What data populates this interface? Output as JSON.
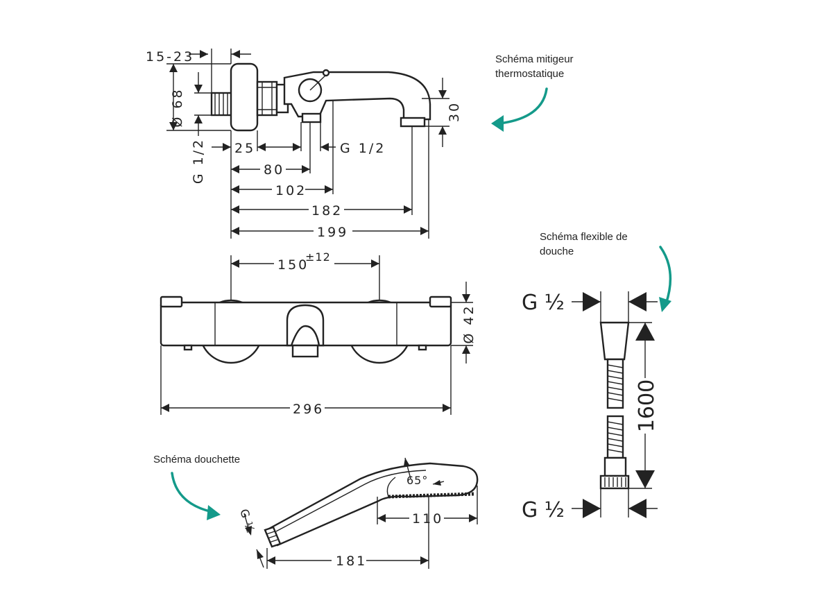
{
  "captions": {
    "mixer": [
      "Schéma mitigeur",
      "thermostatique"
    ],
    "hose": [
      "Schéma flexible de",
      "douche"
    ],
    "handshower": "Schéma douchette"
  },
  "side_view": {
    "wall_depth": "15-23",
    "diameter": "Ø 68",
    "thread_left": "G 1/2",
    "d25": "25",
    "thread_outlet": "G 1/2",
    "d80": "80",
    "d102": "102",
    "d182": "182",
    "d199": "199",
    "spout_height": "30"
  },
  "front_view": {
    "centers": "150",
    "centers_tol": "±12",
    "diameter": "Ø 42",
    "width": "296"
  },
  "hose": {
    "thread_top": "G ½",
    "thread_bottom": "G ½",
    "length": "1600"
  },
  "handshower": {
    "thread": "G ½",
    "angle": "65°",
    "head": "110",
    "length": "181"
  },
  "colors": {
    "line": "#222222",
    "accent": "#149a8a"
  }
}
